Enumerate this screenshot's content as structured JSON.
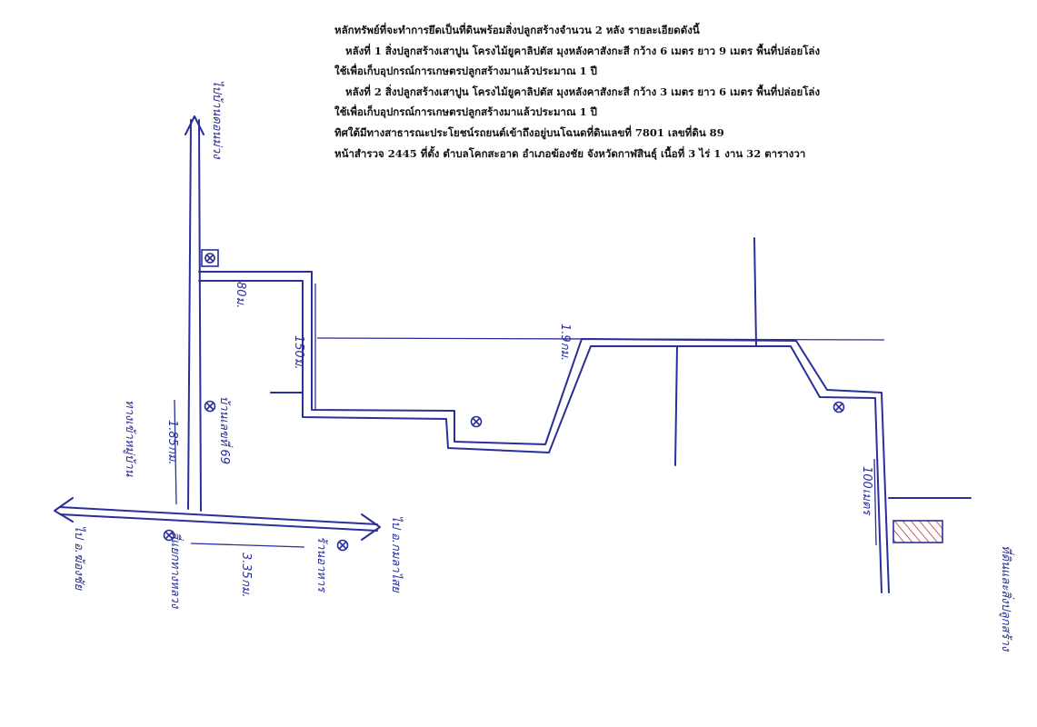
{
  "description": {
    "line1": "หลักทรัพย์ที่จะทำการยึดเป็นที่ดินพร้อมสิ่งปลูกสร้างจำนวน 2 หลัง รายละเอียดดังนี้",
    "line2": "หลังที่ 1 สิ่งปลูกสร้างเสาปูน โครงไม้ยูคาลิปตัส มุงหลังคาสังกะสี กว้าง 6 เมตร ยาว 9 เมตร พื้นที่ปล่อยโล่ง",
    "line3": "ใช้เพื่อเก็บอุปกรณ์การเกษตรปลูกสร้างมาแล้วประมาณ 1 ปี",
    "line4": "หลังที่ 2 สิ่งปลูกสร้างเสาปูน โครงไม้ยูคาลิปตัส มุงหลังคาสังกะสี กว้าง 3 เมตร ยาว 6 เมตร พื้นที่ปล่อยโล่ง",
    "line5": "ใช้เพื่อเก็บอุปกรณ์การเกษตรปลูกสร้างมาแล้วประมาณ 1 ปี",
    "line6": "ทิศใต้มีทางสาธารณะประโยชน์รถยนต์เข้าถึงอยู่บนโฉนดที่ดินเลขที่ 7801 เลขที่ดิน 89",
    "line7": "หน้าสำรวจ 2445 ที่ตั้ง ตำบลโคกสะอาด อำเภอฆ้องชัย จังหวัดกาฬสินธุ์ เนื้อที่ 3 ไร่ 1 งาน 32 ตารางวา"
  },
  "labels": {
    "north_road": "ไปบ้านดอนม่วง",
    "west_road": "ไป อ.ฆ้องชัย",
    "east_road": "ไป อ.กมลาไสย",
    "village_left": "ทางเข้าหมู่บ้าน",
    "house69": "บ้านเลขที่ 69",
    "store": "ร้านอาหาร",
    "junction_left": "สี่แยกทางหลวง",
    "dist_main": "1.85กม.",
    "dist_top": "80ม.",
    "dist_mid": "150ม.",
    "dist_long": "1.9กม.",
    "dist_bottom": "3.35กม.",
    "dist_right": "100เมตร",
    "property": "ที่ดินและสิ่งปลูกสร้าง"
  },
  "colors": {
    "ink": "#2a2f9a",
    "hatch": "#c0392b"
  },
  "icons": [
    "landmark-circle-x-icon",
    "arrow-head-icon",
    "hatched-property-icon"
  ]
}
